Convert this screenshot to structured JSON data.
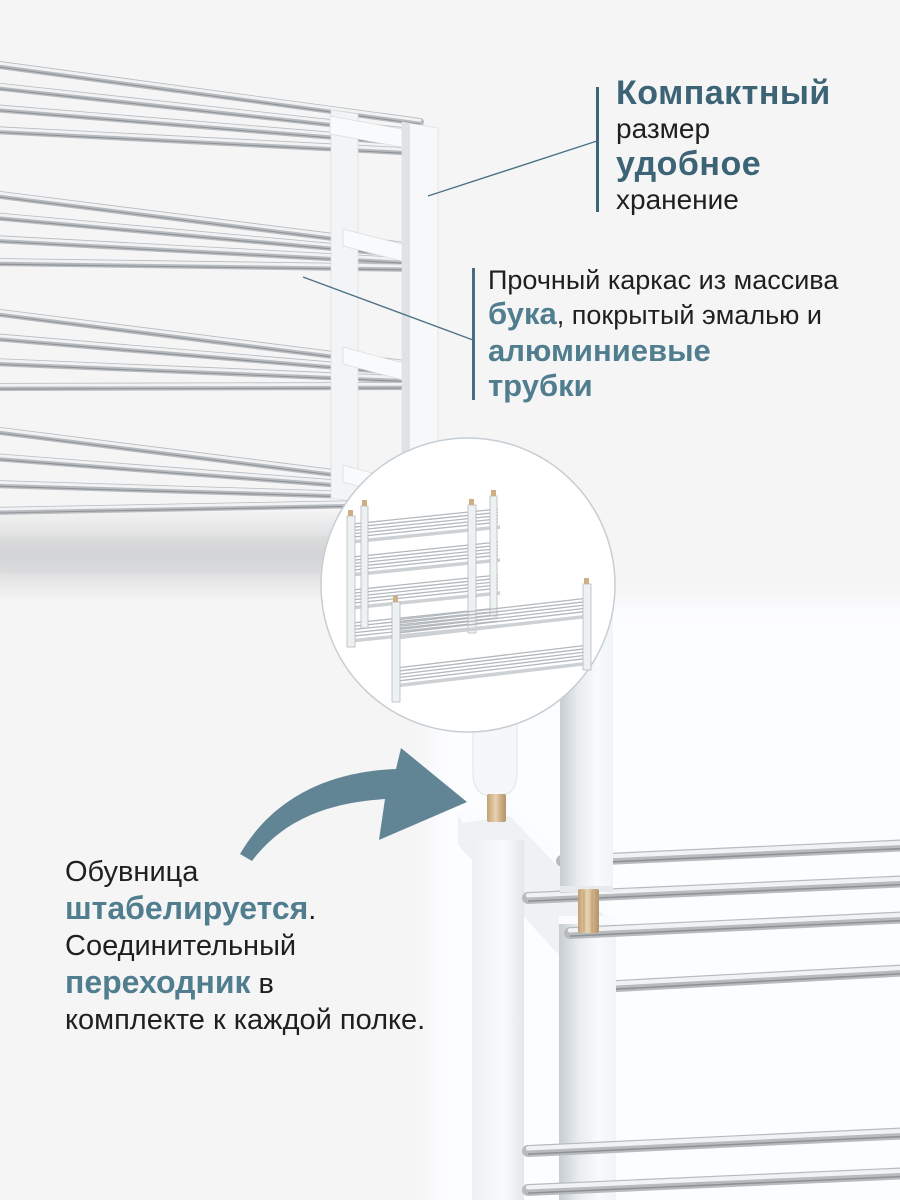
{
  "page": {
    "type": "product-infographic",
    "language": "ru",
    "background": "#f5f5f6"
  },
  "colors": {
    "accent_dark": "#3d6376",
    "accent": "#517e8f",
    "text": "#1f1f1f",
    "callout_line": "#4b7286",
    "arrow": "#628595",
    "wood_dowel": "#d5b58c",
    "aluminum": "#b7bbbe"
  },
  "callouts": {
    "compact": {
      "bold1": "Компактный",
      "plain1": "размер",
      "bold2": "удобное",
      "plain2": "хранение"
    },
    "frame": {
      "plain1": "Прочный каркас из массива",
      "bold1": "бука",
      "plain2": ", покрытый эмалью и",
      "bold2": "алюминиевые",
      "bold3": "трубки"
    },
    "stacking": {
      "plain1": "Обувница",
      "bold1": "штабелируется",
      "plain2": ".",
      "plain3": "Соединительный",
      "bold2": "переходник",
      "plain4": " в",
      "plain5": "комплекте к каждой полке."
    }
  },
  "illustrations": {
    "main_photo": "shoe-rack-closeup",
    "inset_photo": "stacked-racks-inset",
    "detail_photo": "dowel-connector-closeup",
    "arrow_icon": "curved-arrow"
  }
}
